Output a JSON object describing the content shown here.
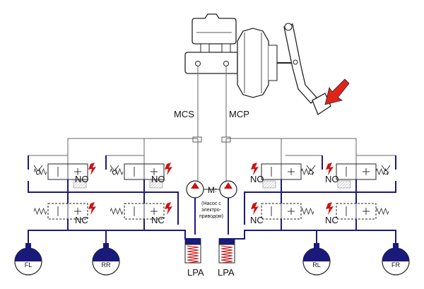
{
  "diagram": {
    "labels": {
      "mcs": "MCS",
      "mcp": "MCP",
      "motor": "M",
      "pump_note": "(Насос с электро-приводом)",
      "pump_note_lines": [
        "(Насос с",
        "электро-",
        "приводом)"
      ],
      "valve_no": "NO",
      "valve_nc": "NC",
      "lpa": "LPA",
      "wheels": [
        "FL",
        "RR",
        "RL",
        "FR"
      ]
    },
    "colors": {
      "brake_line": "#1a1a7a",
      "connector_line": "#666666",
      "arrow": "#e0241c",
      "solenoid_bolt": "#cc1111",
      "pump_triangle": "#cc1111",
      "lpa_cap": "#1a1a7a",
      "spring": "#cc1111"
    },
    "icons": {
      "arrow": "red-pointer-arrow-icon",
      "solenoid": "lightning-bolt-icon",
      "check_valve": "check-valve-icon",
      "spring": "spring-icon"
    }
  }
}
